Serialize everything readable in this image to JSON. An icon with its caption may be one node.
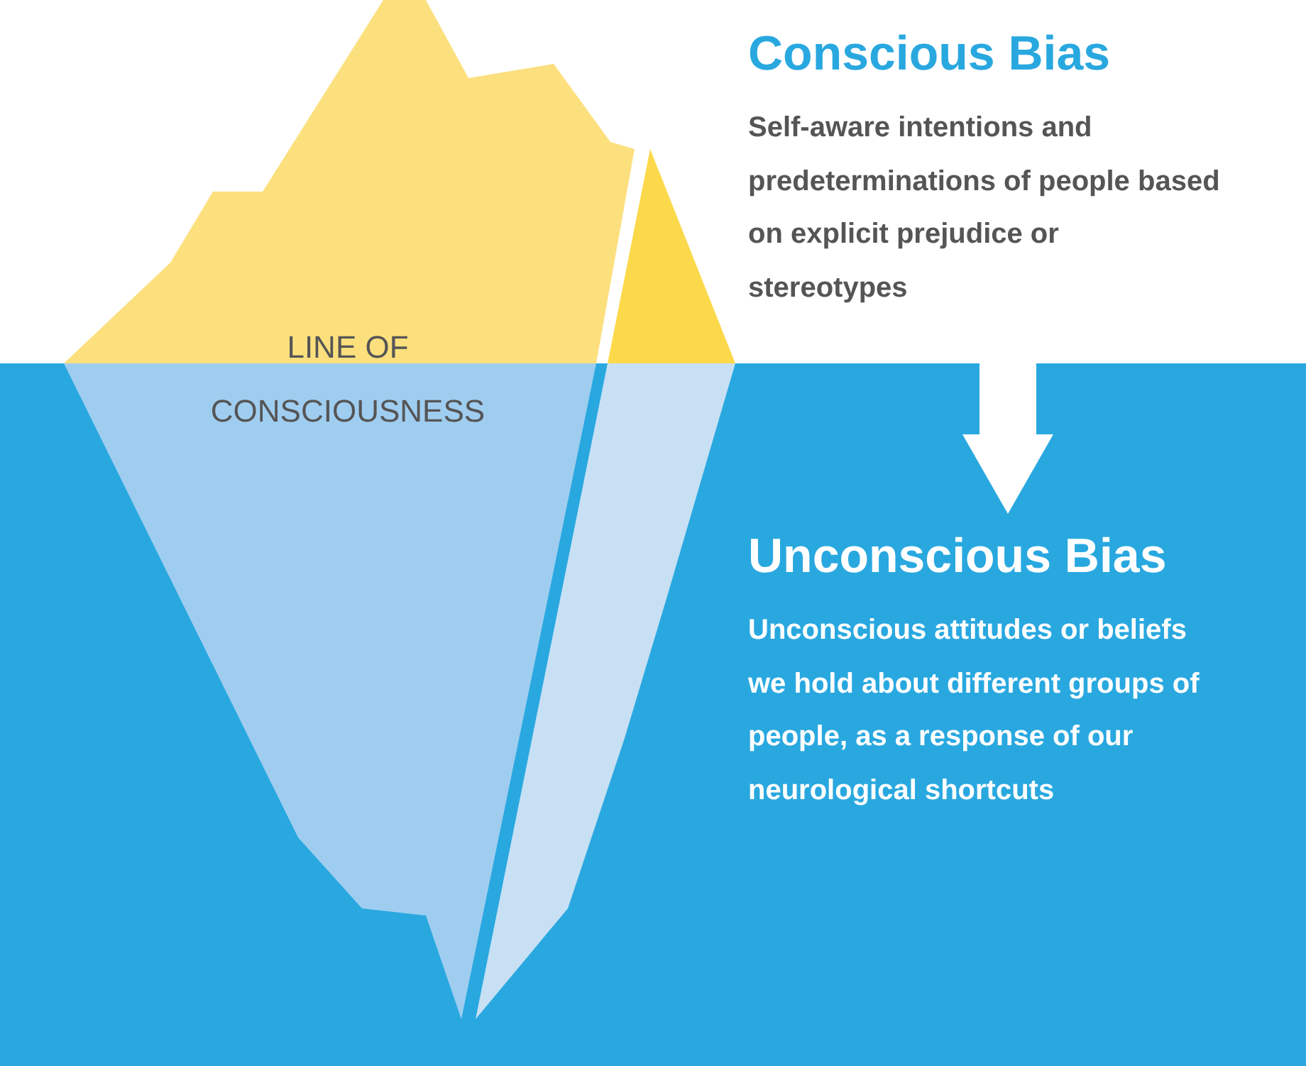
{
  "diagram": {
    "nodes": [
      {
        "text": [
          "Conscious Bias",
          "Self-aware intentions and predeterminations of people based on explicit prejudice or stereotypes"
        ]
      },
      {
        "text": [
          "Unconscious Bias",
          "Unconscious attitudes or beliefs we hold about different groups of people, as a response of our neurological shortcuts"
        ]
      }
    ],
    "edges": [
      {
        "from": 0,
        "to": 1,
        "arrow": "to",
        "style": "thick",
        "color": "#ffffff"
      }
    ],
    "labels": [
      "LINE OF CONSCIOUSNESS"
    ]
  }
}
